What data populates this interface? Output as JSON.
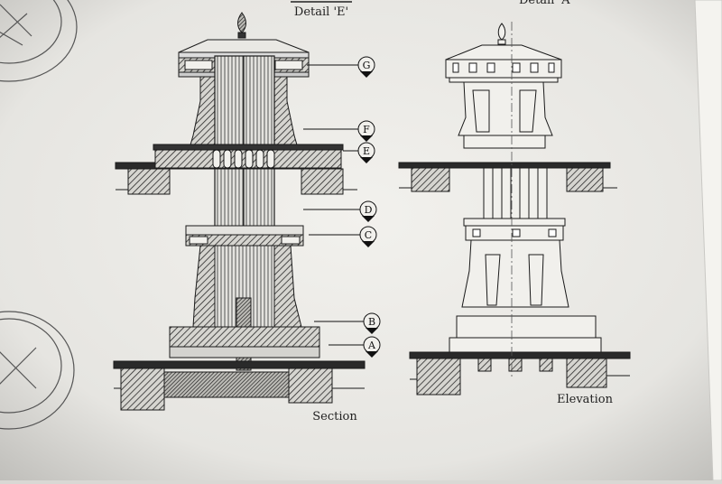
{
  "headers": {
    "detail_e": "Detail 'E'",
    "detail_a": "Detail 'A'"
  },
  "captions": {
    "section": "Section",
    "elevation": "Elevation"
  },
  "callouts": [
    "G",
    "F",
    "E",
    "D",
    "C",
    "B",
    "A"
  ],
  "colors": {
    "paper": "#ecebe7",
    "ink": "#1a1a1a",
    "hatch": "#333333"
  }
}
